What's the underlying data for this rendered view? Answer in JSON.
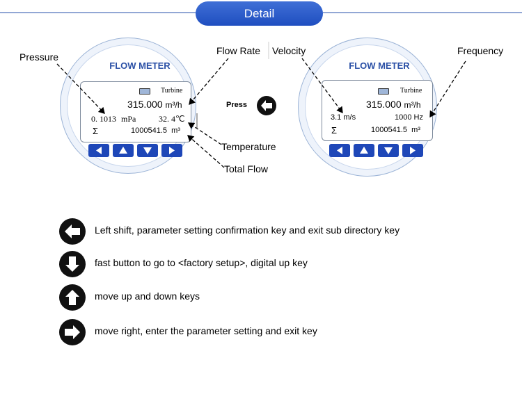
{
  "header": {
    "title": "Detail"
  },
  "meter_left": {
    "title": "FLOW METER",
    "type_label": "Turbine",
    "flow_rate_value": "315.000",
    "flow_rate_unit": "m³/h",
    "pressure_value": "0. 1013",
    "pressure_unit": "mPa",
    "temperature_value": "32. 4℃",
    "sigma": "Σ",
    "total_value": "1000541.5",
    "total_unit": "m³"
  },
  "meter_right": {
    "title": "FLOW METER",
    "type_label": "Turbine",
    "flow_rate_value": "315.000",
    "flow_rate_unit": "m³/h",
    "velocity_value": "3.1 m/s",
    "frequency_value": "1000 Hz",
    "sigma": "Σ",
    "total_value": "1000541.5",
    "total_unit": "m³"
  },
  "callouts": {
    "pressure": "Pressure",
    "flow_rate": "Flow Rate",
    "velocity": "Velocity",
    "frequency": "Frequency",
    "temperature": "Temperature",
    "total_flow": "Total Flow",
    "press": "Press"
  },
  "legend": [
    {
      "icon": "left-arrow-key-icon",
      "text": "Left shift, parameter setting confirmation key and exit sub directory key"
    },
    {
      "icon": "down-arrow-key-icon",
      "text": "fast button to go to <factory setup>, digital up key"
    },
    {
      "icon": "up-arrow-key-icon",
      "text": " move up and down keys"
    },
    {
      "icon": "right-arrow-key-icon",
      "text": " move right, enter the parameter setting and exit key"
    }
  ],
  "colors": {
    "accent_blue": "#1f4ec0",
    "meter_title_blue": "#2b50a6",
    "button_blue": "#1e47b8"
  }
}
